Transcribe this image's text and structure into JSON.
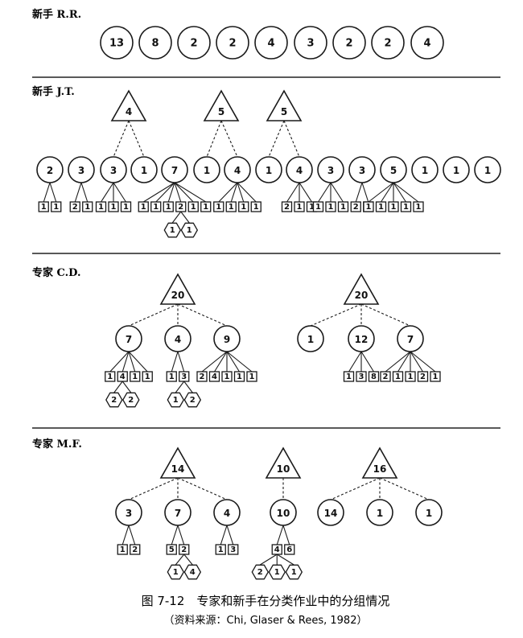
{
  "sections": [
    {
      "label": "新手 R.R.",
      "groups": [
        {
          "value": "13"
        },
        {
          "value": "8"
        },
        {
          "value": "2"
        },
        {
          "value": "2"
        },
        {
          "value": "4"
        },
        {
          "value": "3"
        },
        {
          "value": "2"
        },
        {
          "value": "2"
        },
        {
          "value": "4"
        }
      ]
    },
    {
      "label": "新手 J.T.",
      "supergroups": [
        {
          "value": "4",
          "children": [
            2,
            3
          ]
        },
        {
          "value": "5",
          "children": [
            5,
            6
          ]
        },
        {
          "value": "5",
          "children": [
            7,
            8
          ]
        }
      ],
      "groups": [
        {
          "value": "2",
          "items": [
            "1",
            "1"
          ]
        },
        {
          "value": "3",
          "items": [
            "2",
            "1"
          ]
        },
        {
          "value": "3",
          "items": [
            "1",
            "1",
            "1"
          ]
        },
        {
          "value": "1"
        },
        {
          "value": "7",
          "items": [
            "1",
            "1",
            "1",
            "2",
            "1",
            "1"
          ],
          "subitem_index": 3,
          "subitems": [
            "1",
            "1"
          ]
        },
        {
          "value": "1"
        },
        {
          "value": "4",
          "items": [
            "1",
            "1",
            "1",
            "1"
          ]
        },
        {
          "value": "1"
        },
        {
          "value": "4",
          "items": [
            "2",
            "1",
            "1"
          ]
        },
        {
          "value": "3",
          "items": [
            "1",
            "1",
            "1"
          ]
        },
        {
          "value": "3",
          "items": [
            "2",
            "1"
          ]
        },
        {
          "value": "5",
          "items": [
            "1",
            "1",
            "1",
            "1",
            "1"
          ]
        },
        {
          "value": "1"
        },
        {
          "value": "1"
        },
        {
          "value": "1"
        }
      ]
    },
    {
      "label": "专家 C.D.",
      "trees": [
        {
          "value": "20",
          "groups": [
            {
              "value": "7",
              "items": [
                "1",
                "4",
                "1",
                "1"
              ],
              "subitem_index": 1,
              "subitems": [
                "2",
                "2"
              ]
            },
            {
              "value": "4",
              "items": [
                "1",
                "3"
              ],
              "subitem_index": 1,
              "subitems": [
                "1",
                "2"
              ]
            },
            {
              "value": "9",
              "items": [
                "2",
                "4",
                "1",
                "1",
                "1"
              ]
            }
          ]
        },
        {
          "value": "20",
          "groups": [
            {
              "value": "1"
            },
            {
              "value": "12",
              "items": [
                "1",
                "3",
                "8"
              ]
            },
            {
              "value": "7",
              "items": [
                "2",
                "1",
                "1",
                "2",
                "1"
              ]
            }
          ]
        }
      ]
    },
    {
      "label": "专家 M.F.",
      "trees": [
        {
          "value": "14",
          "groups": [
            {
              "value": "3",
              "items": [
                "1",
                "2"
              ]
            },
            {
              "value": "7",
              "items": [
                "5",
                "2"
              ],
              "subitem_index": 1,
              "subitems": [
                "1",
                "4"
              ]
            },
            {
              "value": "4",
              "items": [
                "1",
                "3"
              ]
            }
          ]
        },
        {
          "value": "10",
          "groups": [
            {
              "value": "10",
              "items": [
                "4",
                "6"
              ],
              "subitem_index": 0,
              "subitems": [
                "2",
                "1",
                "1"
              ]
            }
          ]
        },
        {
          "value": "16",
          "groups": [
            {
              "value": "14"
            },
            {
              "value": "1"
            },
            {
              "value": "1"
            }
          ]
        }
      ]
    }
  ],
  "caption": "图 7-12　专家和新手在分类作业中的分组情况",
  "source": "（资料来源：Chi, Glaser & Rees, 1982）"
}
